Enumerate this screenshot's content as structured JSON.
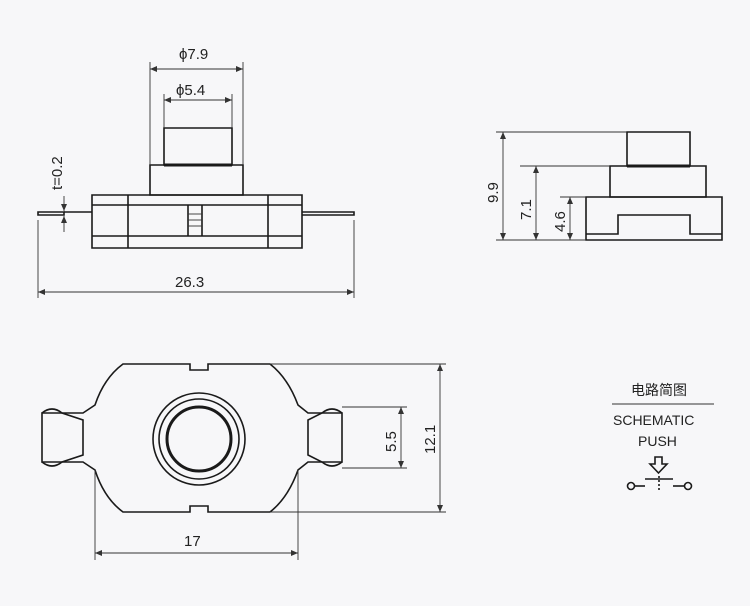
{
  "front_view": {
    "dim_outer_diameter": "ϕ7.9",
    "dim_inner_diameter": "ϕ5.4",
    "dim_thickness": "t=0.2",
    "dim_length": "26.3"
  },
  "side_view": {
    "dim_total_height": "9.9",
    "dim_mid_height": "7.1",
    "dim_base_height": "4.6"
  },
  "top_view": {
    "dim_width": "17",
    "dim_height": "12.1",
    "dim_button": "5.5"
  },
  "schematic": {
    "title_cn": "电路简图",
    "label_schematic": "SCHEMATIC",
    "label_push": "PUSH"
  }
}
